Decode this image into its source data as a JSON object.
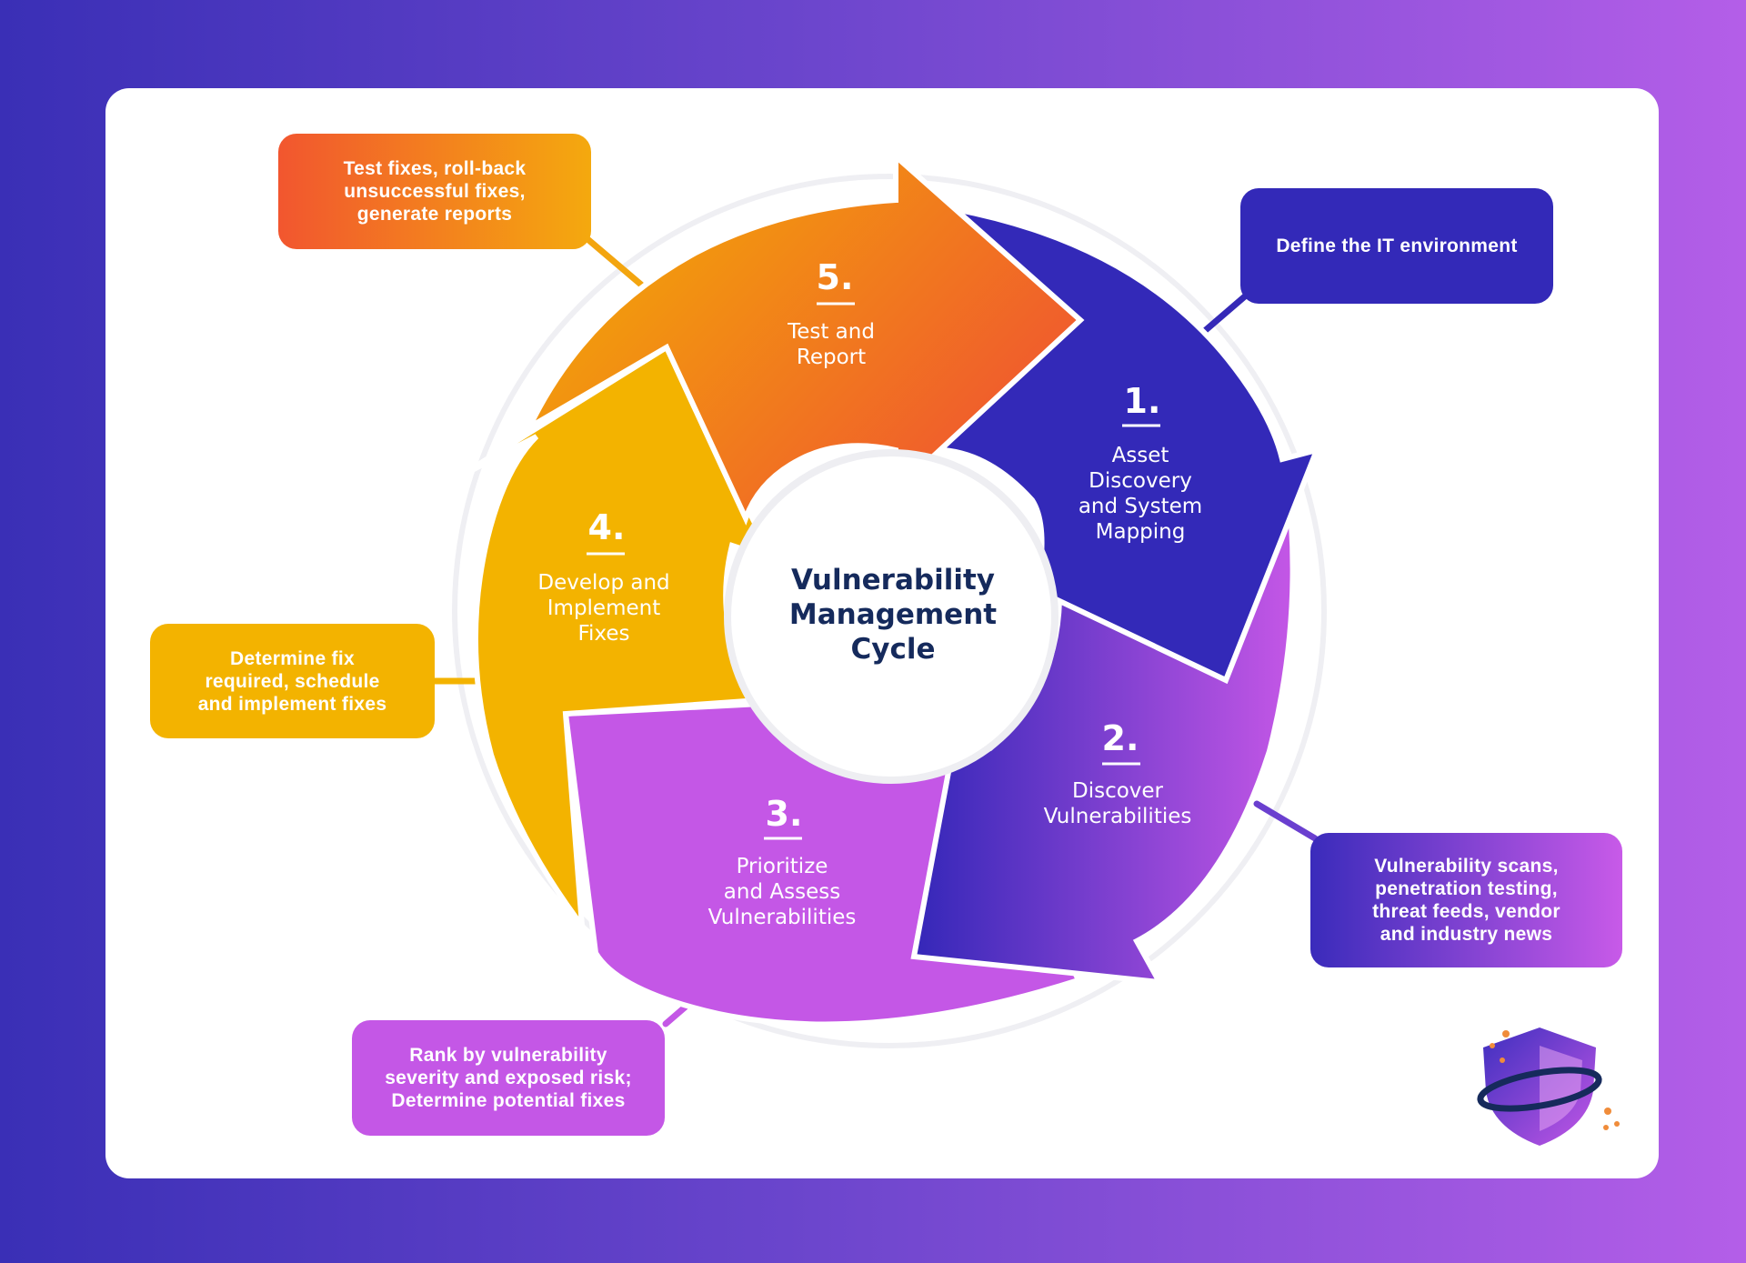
{
  "title": [
    "Vulnerability",
    "Management",
    "Cycle"
  ],
  "colors": {
    "navy": "#2f2ab6",
    "purple": "#c457e6",
    "orange": "#f26a2e",
    "amber": "#f3b300",
    "title": "#152a5c"
  },
  "stages": [
    {
      "number": "1.",
      "lines": [
        "Asset",
        "Discovery",
        "and System",
        "Mapping"
      ]
    },
    {
      "number": "2.",
      "lines": [
        "Discover",
        "Vulnerabilities"
      ]
    },
    {
      "number": "3.",
      "lines": [
        "Prioritize",
        "and Assess",
        "Vulnerabilities"
      ]
    },
    {
      "number": "4.",
      "lines": [
        "Develop and",
        "Implement",
        "Fixes"
      ]
    },
    {
      "number": "5.",
      "lines": [
        "Test and",
        "Report"
      ]
    }
  ],
  "notes": {
    "stage1": "Define the IT environment",
    "stage2": "Vulnerability scans,\npenetration testing,\nthreat feeds, vendor\nand industry news",
    "stage3": "Rank by vulnerability\nseverity and exposed risk;\nDetermine potential fixes",
    "stage4": "Determine fix\nrequired, schedule\nand implement fixes",
    "stage5": "Test fixes, roll-back\nunsuccessful fixes,\ngenerate reports"
  },
  "logo": "shield-orbit-icon"
}
